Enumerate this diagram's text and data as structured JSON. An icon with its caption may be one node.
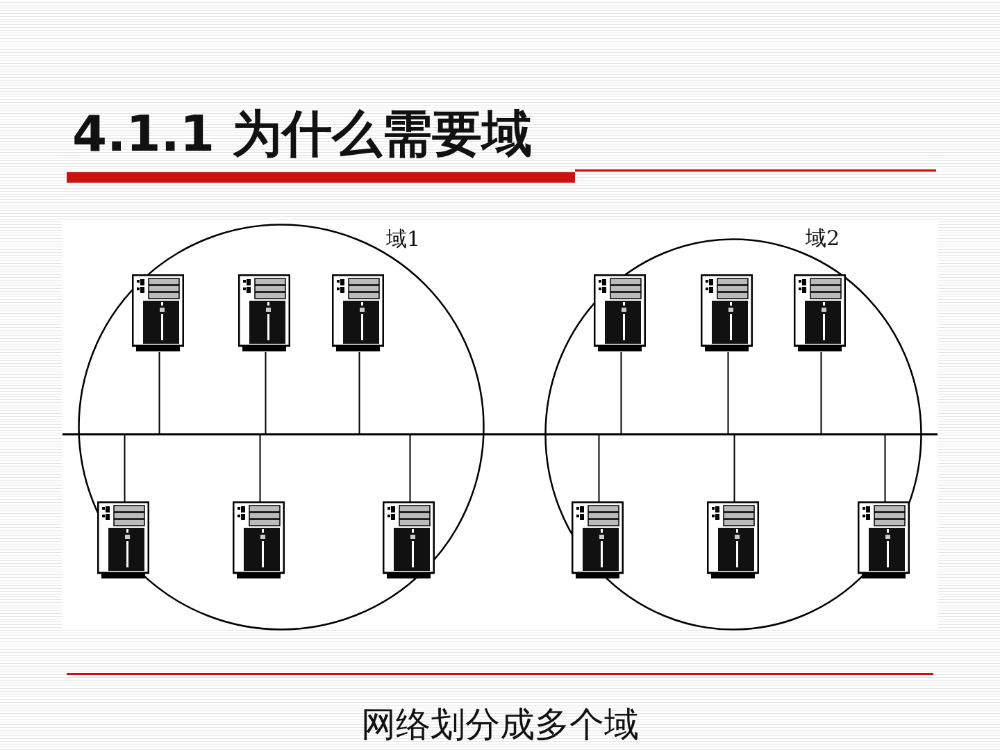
{
  "diagram": {
    "title": "4.1.1 为什么需要域",
    "caption": "网络划分成多个域",
    "nodes": [
      {
        "text": [
          "域1"
        ]
      },
      {
        "text": [],
        "shape": "picture",
        "in": 0
      },
      {
        "text": [],
        "shape": "picture",
        "in": 0
      },
      {
        "text": [],
        "shape": "picture",
        "in": 0
      },
      {
        "text": [],
        "shape": "picture",
        "in": 0
      },
      {
        "text": [],
        "shape": "picture",
        "in": 0
      },
      {
        "text": [],
        "shape": "picture",
        "in": 0
      },
      {
        "text": [
          "域2"
        ]
      },
      {
        "text": [],
        "shape": "picture",
        "in": 7
      },
      {
        "text": [],
        "shape": "picture",
        "in": 7
      },
      {
        "text": [],
        "shape": "picture",
        "in": 7
      },
      {
        "text": [],
        "shape": "picture",
        "in": 7
      },
      {
        "text": [],
        "shape": "picture",
        "in": 7
      },
      {
        "text": [],
        "shape": "picture",
        "in": 7
      },
      {
        "text": [],
        "shape": "bar"
      }
    ],
    "edges": [
      {
        "from": 1,
        "to": 14,
        "arrow": "none"
      },
      {
        "from": 2,
        "to": 14,
        "arrow": "none"
      },
      {
        "from": 3,
        "to": 14,
        "arrow": "none"
      },
      {
        "from": 4,
        "to": 14,
        "arrow": "none"
      },
      {
        "from": 5,
        "to": 14,
        "arrow": "none"
      },
      {
        "from": 6,
        "to": 14,
        "arrow": "none"
      },
      {
        "from": 8,
        "to": 14,
        "arrow": "none"
      },
      {
        "from": 9,
        "to": 14,
        "arrow": "none"
      },
      {
        "from": 10,
        "to": 14,
        "arrow": "none"
      },
      {
        "from": 11,
        "to": 14,
        "arrow": "none"
      },
      {
        "from": 12,
        "to": 14,
        "arrow": "none"
      },
      {
        "from": 13,
        "to": 14,
        "arrow": "none"
      }
    ]
  }
}
